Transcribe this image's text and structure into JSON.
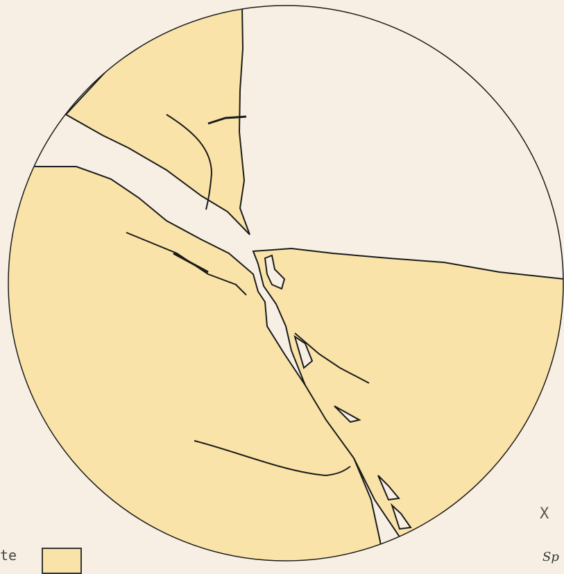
{
  "colors": {
    "paper": "#f7efe3",
    "mineral_fill": "#f9e3a8",
    "outline": "#1a1a1a"
  },
  "annotations": {
    "corner_mark": "X",
    "legend_label": "te",
    "signature": "Sp"
  }
}
